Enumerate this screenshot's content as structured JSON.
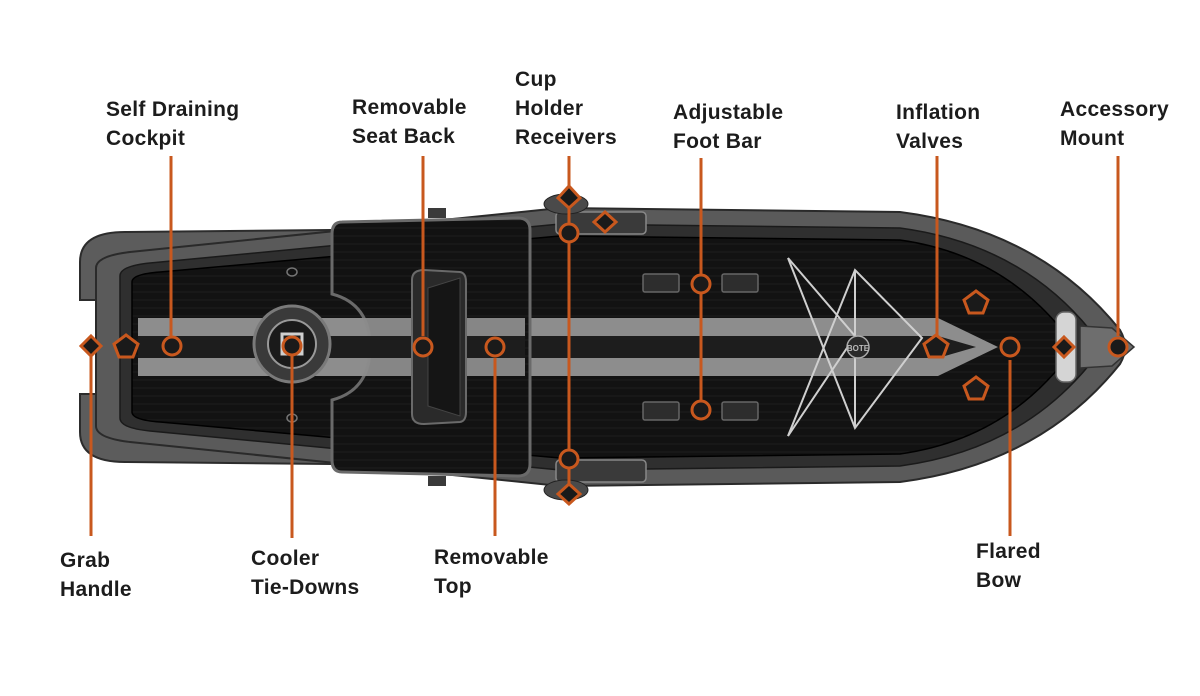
{
  "colors": {
    "accent": "#c8581e",
    "hull_outer": "#5a5a5a",
    "deck": "#111111",
    "stripe": "#8d8d8d",
    "label_text": "#1c1c1c"
  },
  "labels": {
    "self_draining_cockpit": [
      "Self Draining",
      "Cockpit"
    ],
    "removable_seat_back": [
      "Removable",
      "Seat Back"
    ],
    "cup_holder_receivers": [
      "Cup",
      "Holder",
      "Receivers"
    ],
    "adjustable_foot_bar": [
      "Adjustable",
      "Foot Bar"
    ],
    "inflation_valves": [
      "Inflation",
      "Valves"
    ],
    "accessory_mount": [
      "Accessory",
      "Mount"
    ],
    "grab_handle": [
      "Grab",
      "Handle"
    ],
    "cooler_tie_downs": [
      "Cooler",
      "Tie-Downs"
    ],
    "removable_top": [
      "Removable",
      "Top"
    ],
    "flared_bow": [
      "Flared",
      "Bow"
    ]
  },
  "board_logo_text": "BOTE"
}
